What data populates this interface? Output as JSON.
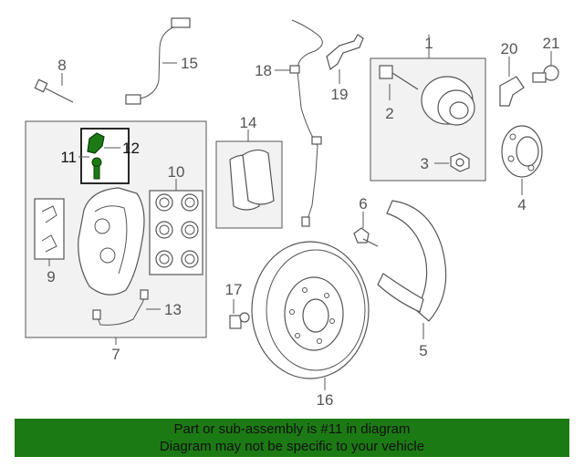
{
  "diagram": {
    "callouts": [
      "1",
      "2",
      "3",
      "4",
      "5",
      "6",
      "7",
      "8",
      "9",
      "10",
      "11",
      "12",
      "13",
      "14",
      "15",
      "16",
      "17",
      "18",
      "19",
      "20",
      "21"
    ],
    "highlight_part": "11",
    "highlight_color": "#1c7a14"
  },
  "banner": {
    "line1": "Part or sub-assembly is #11 in diagram",
    "line2": "Diagram may not be specific to your vehicle",
    "background": "#1c7a14"
  }
}
